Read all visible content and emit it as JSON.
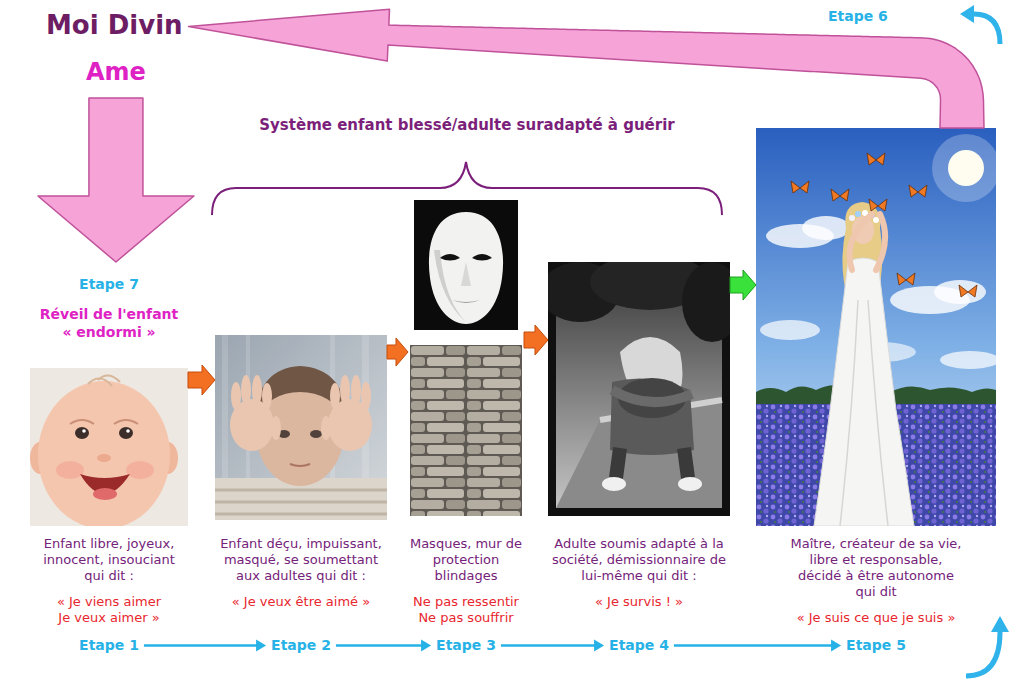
{
  "diagram": {
    "nodes": [
      {
        "text": [
          "Moi Divin"
        ]
      },
      {
        "text": [
          "Ame"
        ]
      },
      {
        "text": [
          "Etape 7",
          "Réveil de l'enfant « endormi »",
          "Enfant libre, joyeux, innocent, insouciant qui dit :",
          "« Je viens aimer Je veux aimer »"
        ]
      },
      {
        "text": [
          "Enfant déçu, impuissant, masqué, se soumettant aux adultes qui dit :",
          "« Je veux être aimé »"
        ]
      },
      {
        "text": [
          "Masques, mur de protection blindages",
          "Ne pas ressentir Ne pas souffrir"
        ]
      },
      {
        "text": [
          "Adulte soumis adapté à la société, démissionnaire de lui-même qui dit :",
          "« Je survis ! »"
        ]
      },
      {
        "text": [
          "Maître, créateur de sa vie, libre et responsable, décidé à être autonome qui dit",
          "« Je suis ce que je suis »"
        ]
      },
      {
        "text": [
          "Etape 1"
        ]
      },
      {
        "text": [
          "Etape 2"
        ]
      },
      {
        "text": [
          "Etape 3"
        ]
      },
      {
        "text": [
          "Etape 4"
        ]
      },
      {
        "text": [
          "Etape 5"
        ]
      }
    ],
    "edges": [
      {
        "from": 2,
        "to": 3,
        "arrow": "to"
      },
      {
        "from": 3,
        "to": 4,
        "arrow": "to"
      },
      {
        "from": 4,
        "to": 5,
        "arrow": "to"
      },
      {
        "from": 5,
        "to": 6,
        "arrow": "to"
      },
      {
        "from": 7,
        "to": 8,
        "arrow": "to"
      },
      {
        "from": 8,
        "to": 9,
        "arrow": "to"
      },
      {
        "from": 9,
        "to": 10,
        "arrow": "to"
      },
      {
        "from": 10,
        "to": 11,
        "arrow": "to"
      },
      {
        "from": 6,
        "to": 0,
        "arrow": "to"
      },
      {
        "from": 1,
        "to": 2,
        "arrow": "to"
      }
    ],
    "labels": [
      "Etape 6",
      "Système enfant blessé/adulte suradapté à guérir"
    ]
  }
}
